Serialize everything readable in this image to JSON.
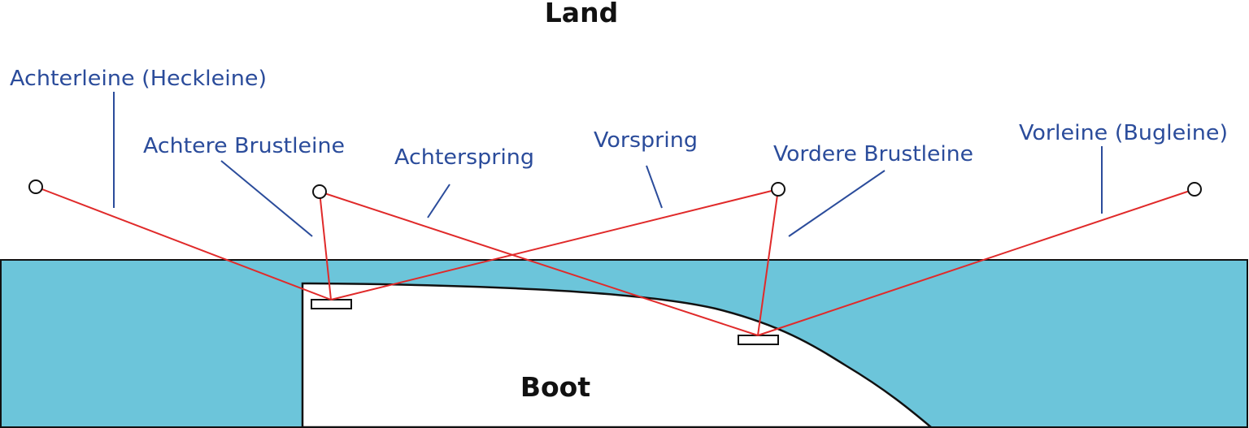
{
  "land_label": "Land",
  "boat_label": "Boot",
  "lines": [
    {
      "id": "achterleine",
      "label": "Achterleine (Heckleine)"
    },
    {
      "id": "achtere-brustleine",
      "label": "Achtere Brustleine"
    },
    {
      "id": "achterspring",
      "label": "Achterspring"
    },
    {
      "id": "vorspring",
      "label": "Vorspring"
    },
    {
      "id": "vordere-brustleine",
      "label": "Vordere Brustleine"
    },
    {
      "id": "vorleine",
      "label": "Vorleine (Bugleine)"
    }
  ],
  "colors": {
    "water": "#6cc5da",
    "mooring_line": "#e02a2a",
    "label_text": "#2b4c9b",
    "outline": "#111111",
    "boat": "#ffffff"
  }
}
